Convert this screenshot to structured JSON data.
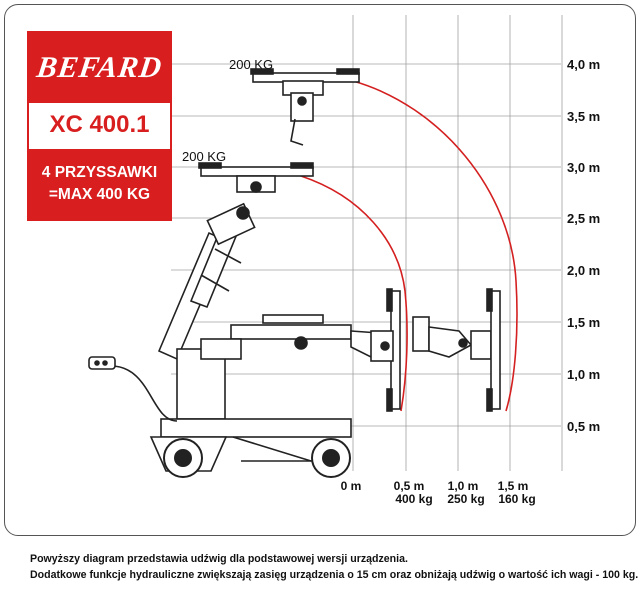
{
  "brand": {
    "name": "BEFARD",
    "model": "XC 400.1",
    "capacity_line1": "4 PRZYSSAWKI",
    "capacity_line2": "=MAX 400 KG"
  },
  "load_labels": {
    "top": "200 KG",
    "middle": "200 KG"
  },
  "height_axis": {
    "labels": [
      "4,0 m",
      "3,5 m",
      "3,0 m",
      "2,5 m",
      "2,0 m",
      "1,5 m",
      "1,0 m",
      "0,5 m"
    ]
  },
  "reach_axis": {
    "origin": "0 m",
    "points": [
      {
        "distance": "0,5 m",
        "load": "400 kg"
      },
      {
        "distance": "1,0 m",
        "load": "250 kg"
      },
      {
        "distance": "1,5 m",
        "load": "160 kg"
      }
    ]
  },
  "colors": {
    "brand_red": "#d81e1e",
    "arc_red": "#d42020",
    "grid": "#9a9a9a",
    "machine": "#222222"
  },
  "notes": {
    "line1": "Powyższy diagram przedstawia udźwig dla podstawowej wersji urządzenia.",
    "line2": "Dodatkowe funkcje hydrauliczne zwiększają zasięg urządzenia o 15 cm oraz obniżają udźwig o wartość ich wagi - 100 kg."
  }
}
